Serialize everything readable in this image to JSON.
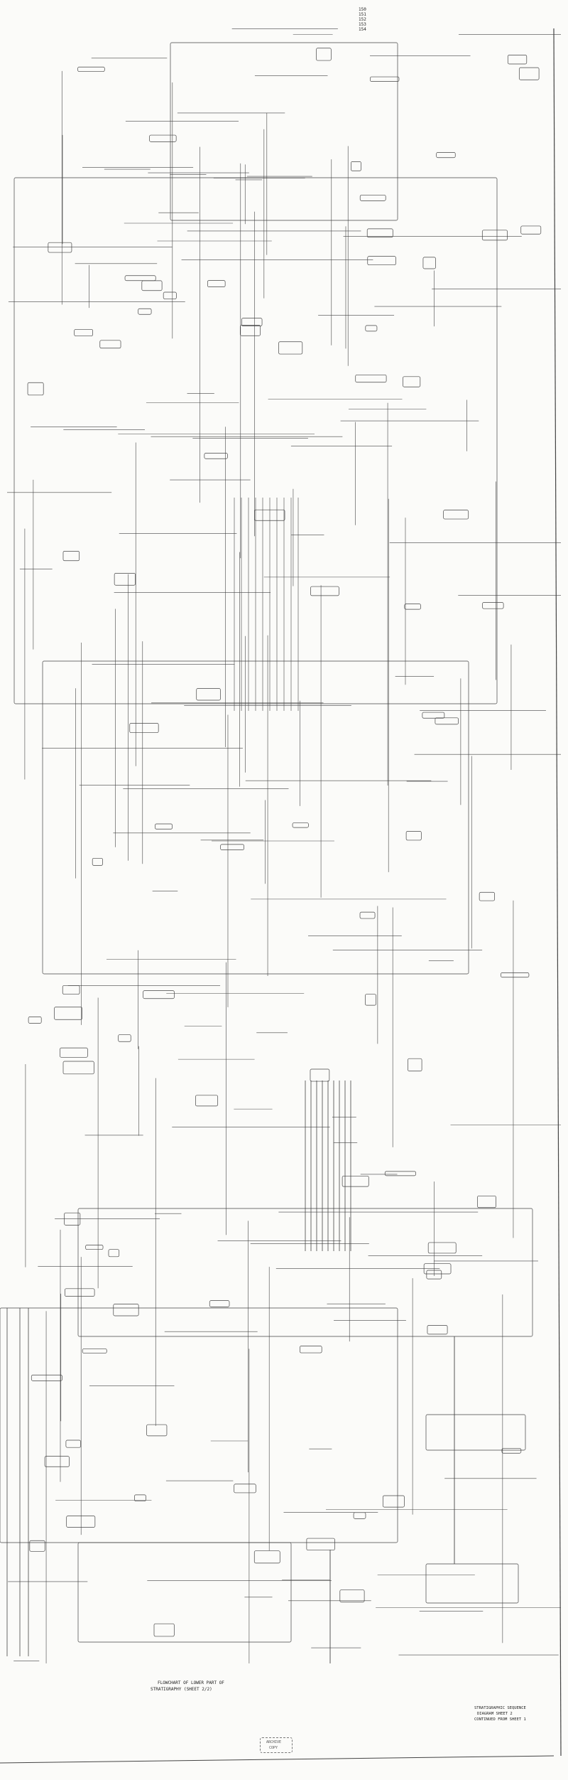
{
  "caption": {
    "line1": "FLOWCHART OF LOWER PART OF",
    "line2": "STRATIGRAPHY (SHEET 2/2)"
  },
  "title_block": {
    "line1": "STRATIGRAPHIC SEQUENCE",
    "line2": "DIAGRAM SHEET 2",
    "line3": "CONTINUED FROM SHEET 1"
  },
  "stamp": {
    "line1": "ARCHIVE",
    "line2": "COPY"
  },
  "header_labels": [
    "150",
    "151",
    "152",
    "153",
    "154"
  ],
  "colors": {
    "paper": "#fbfbf9",
    "ink": "#333333"
  }
}
